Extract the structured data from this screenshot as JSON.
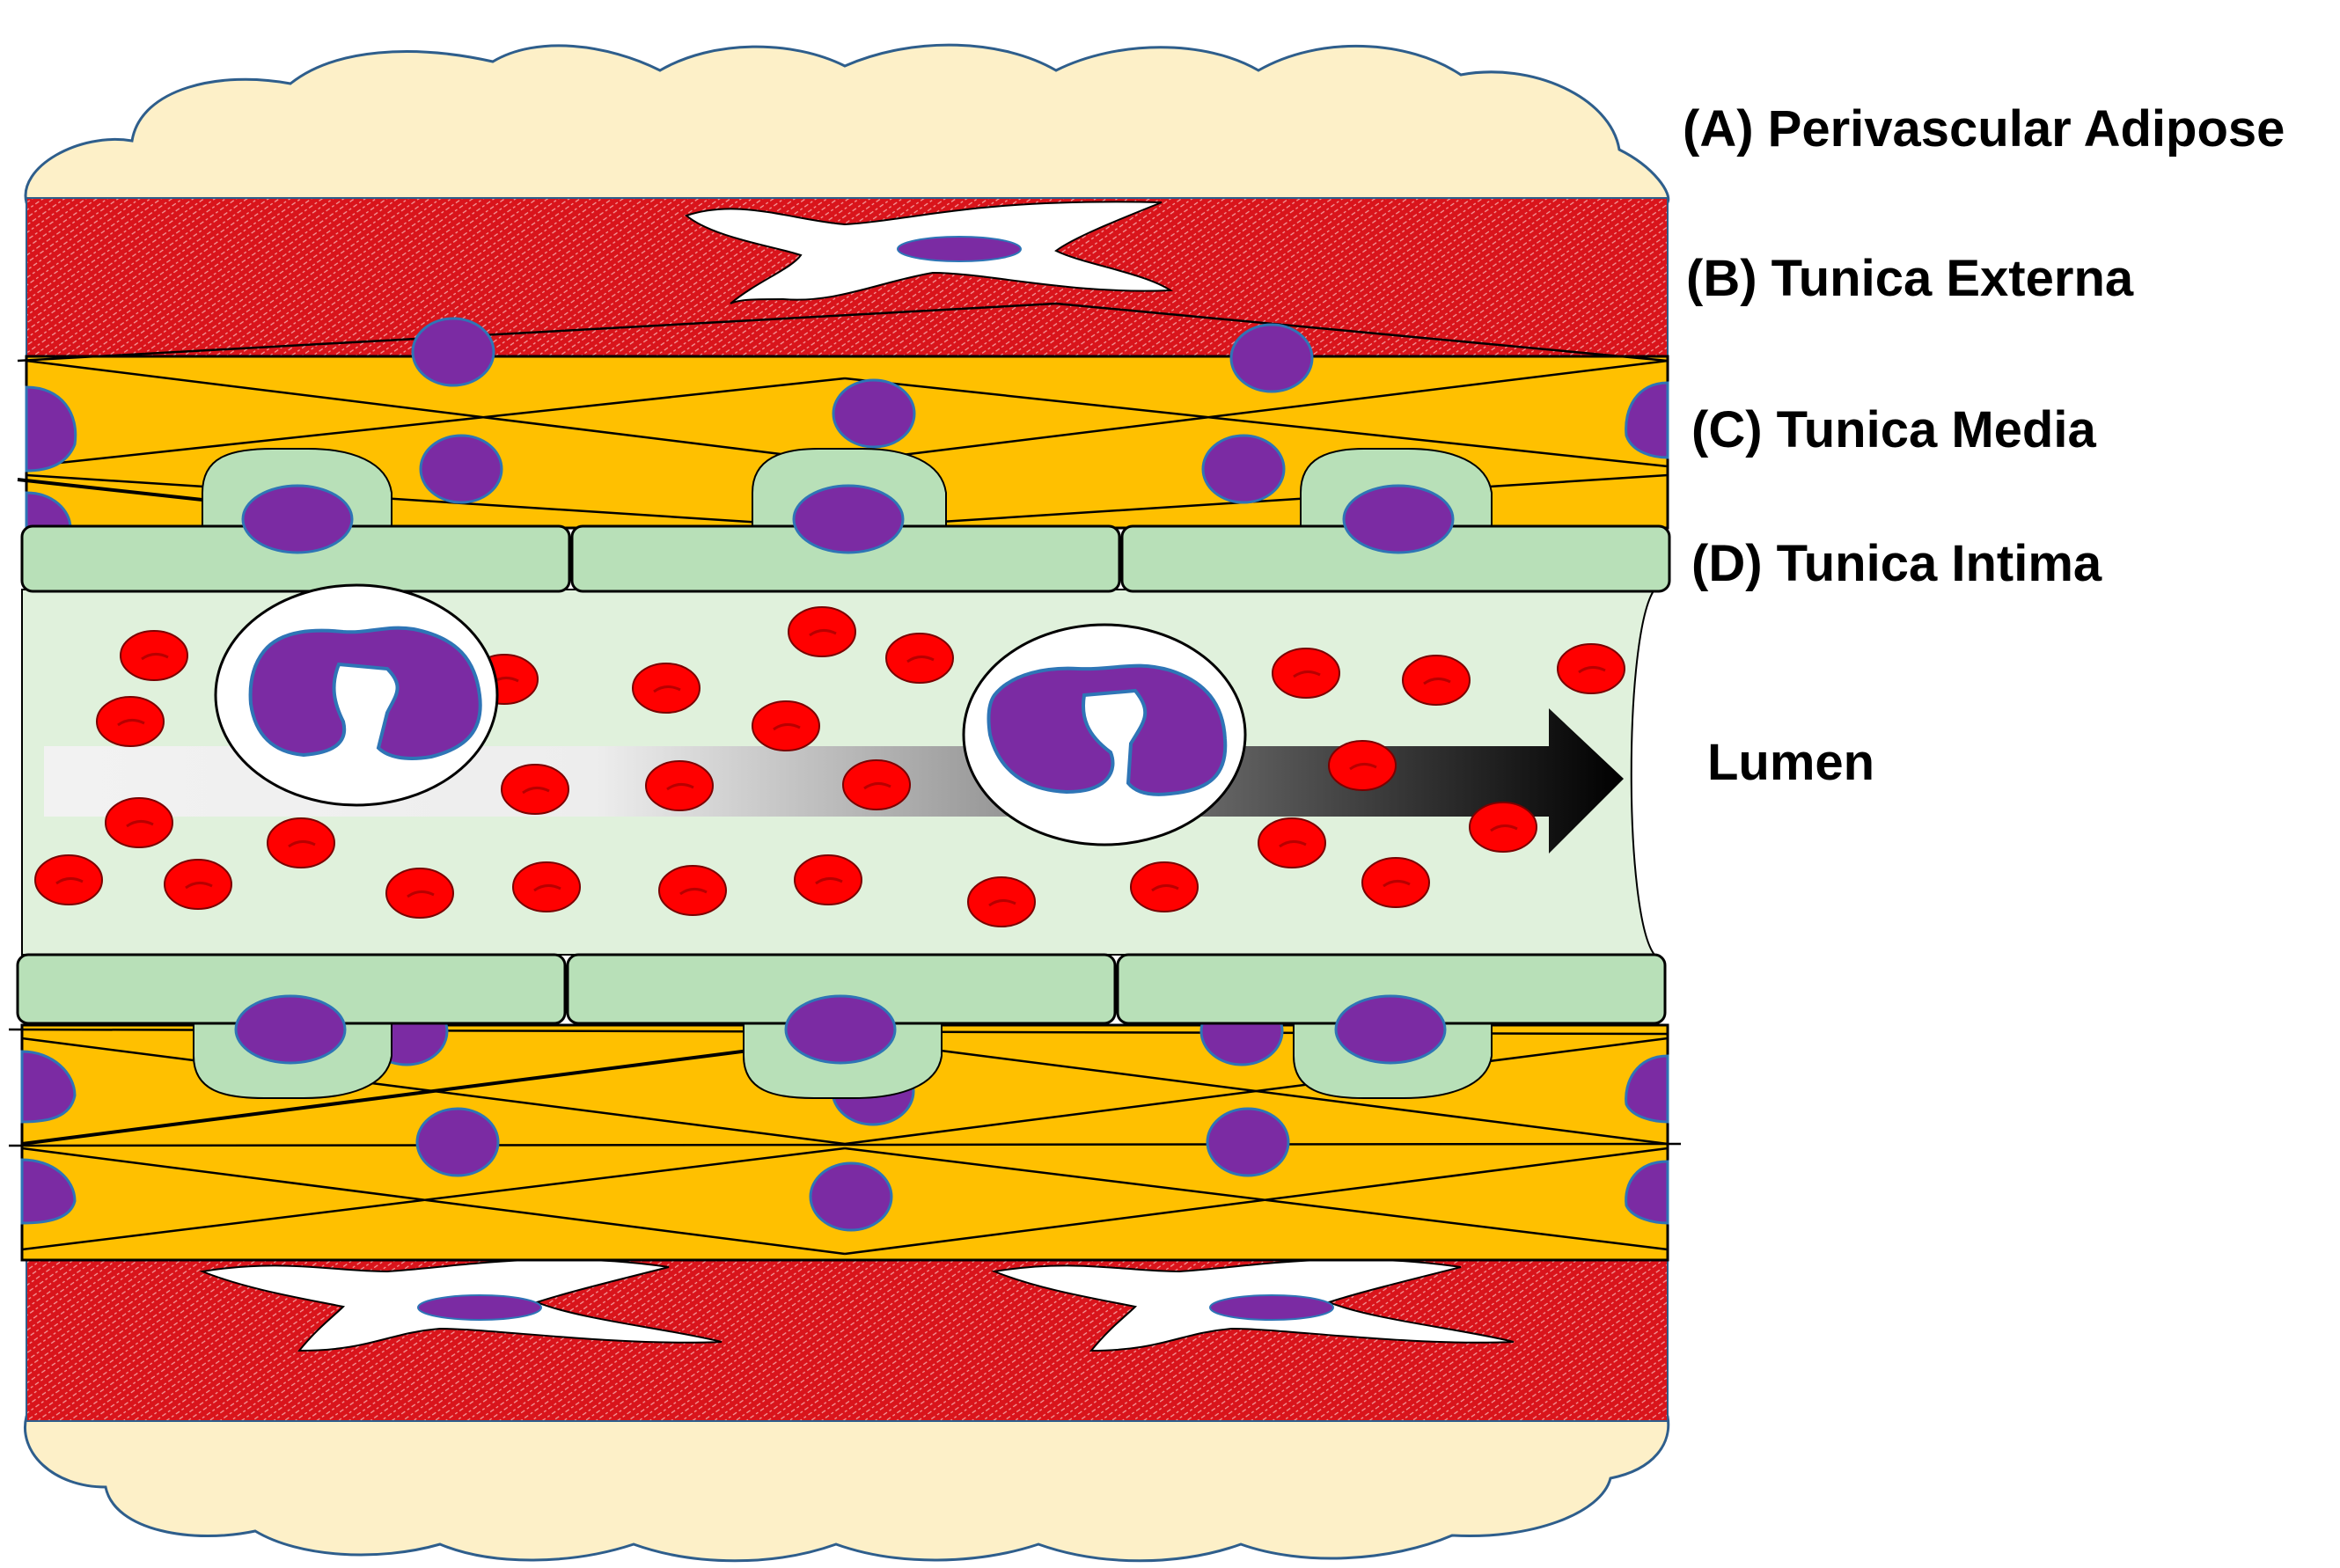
{
  "labels": {
    "a": "(A) Perivascular Adipose",
    "b": "(B) Tunica Externa",
    "c": "(C) Tunica Media",
    "d": "(D) Tunica Intima",
    "lumen": "Lumen"
  },
  "colors": {
    "adipose": "#FDF0C8",
    "adipose_stroke": "#2E5E8C",
    "externa": "#D9141B",
    "media": "#FFC000",
    "nucleus": "#7B2BA3",
    "nucleus_stroke": "#2E75B6",
    "intima": "#B8E0B8",
    "lumen": "#E0F1DC",
    "rbc": "#FF0000",
    "leukocyte_nucleus": "#7B2BA3"
  },
  "icons": {
    "fibroblast": "fibroblast-cell-icon",
    "smooth_muscle": "smooth-muscle-cell-icon",
    "endothelial": "endothelial-cell-icon",
    "red_blood_cell": "red-blood-cell-icon",
    "leukocyte": "leukocyte-icon",
    "flow_arrow": "blood-flow-arrow-icon"
  }
}
